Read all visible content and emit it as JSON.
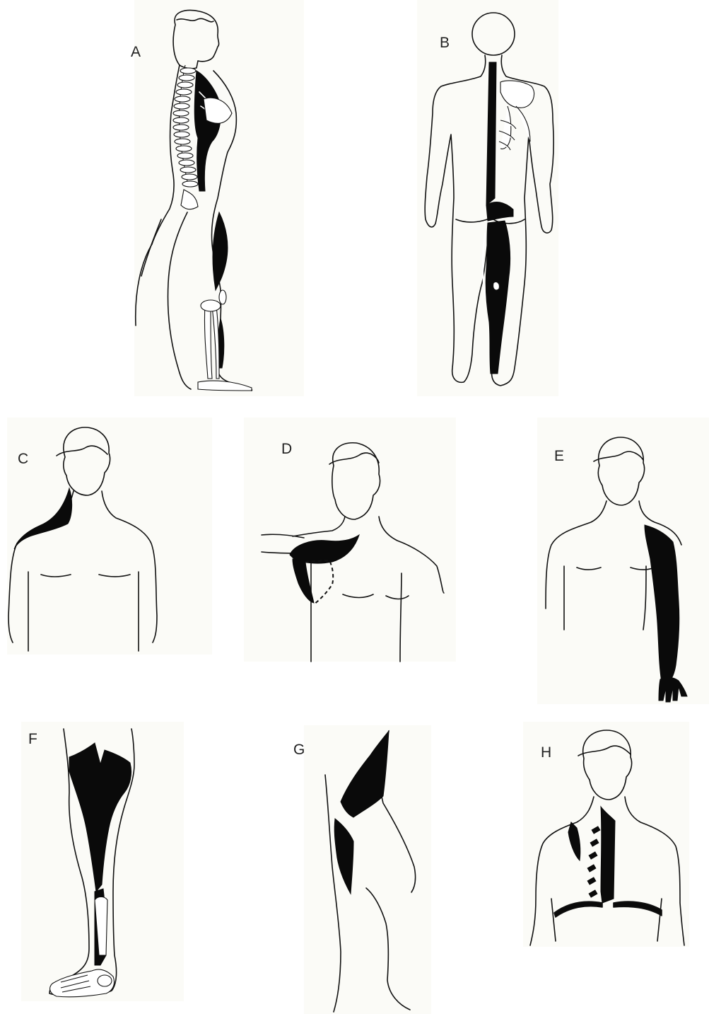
{
  "panels": [
    {
      "id": "A",
      "label": "A"
    },
    {
      "id": "B",
      "label": "B"
    },
    {
      "id": "C",
      "label": "C"
    },
    {
      "id": "D",
      "label": "D"
    },
    {
      "id": "E",
      "label": "E"
    },
    {
      "id": "F",
      "label": "F"
    },
    {
      "id": "G",
      "label": "G"
    },
    {
      "id": "H",
      "label": "H"
    }
  ],
  "colors": {
    "ink": "#111111",
    "shade": "#0a0a0a",
    "paper": "#fbfbf7"
  }
}
